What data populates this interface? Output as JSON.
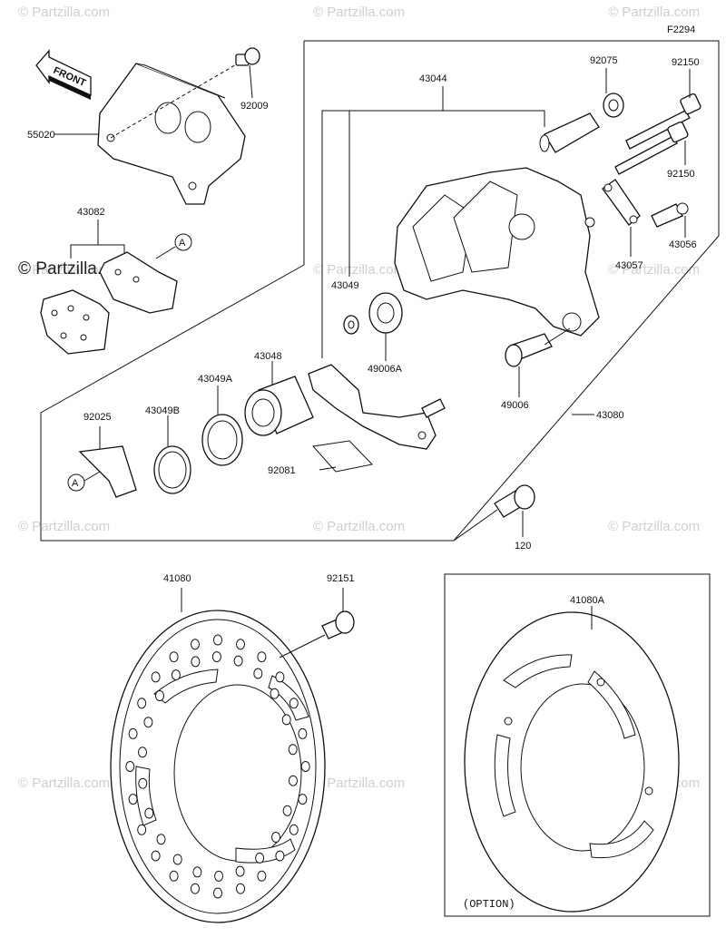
{
  "diagram_code": "F2294",
  "watermarks": [
    "© Partzilla.com",
    "© Partzilla.com",
    "© Partzilla.com",
    "© Partzilla.com",
    "© Partzilla.com",
    "© Partzilla.com",
    "© Partzilla.com",
    "© Partzilla.com",
    "© Partzilla.com",
    "© Partzilla.com",
    "© Partzilla.com",
    "© Partzilla.com"
  ],
  "watermark_large": "© Partzilla.com",
  "front_arrow_label": "FRONT",
  "reference_marks": {
    "a1": "A",
    "a2": "A"
  },
  "option_label": "(OPTION)",
  "parts": {
    "p55020": "55020",
    "p92009": "92009",
    "p43082": "43082",
    "p43044": "43044",
    "p92075": "92075",
    "p92150a": "92150",
    "p92150b": "92150",
    "p43056": "43056",
    "p43057": "43057",
    "p43049": "43049",
    "p49006A": "49006A",
    "p49006": "49006",
    "p43080": "43080",
    "p43048": "43048",
    "p43049A": "43049A",
    "p43049B": "43049B",
    "p92025": "92025",
    "p92081": "92081",
    "p120": "120",
    "p41080": "41080",
    "p92151": "92151",
    "p41080A": "41080A"
  }
}
